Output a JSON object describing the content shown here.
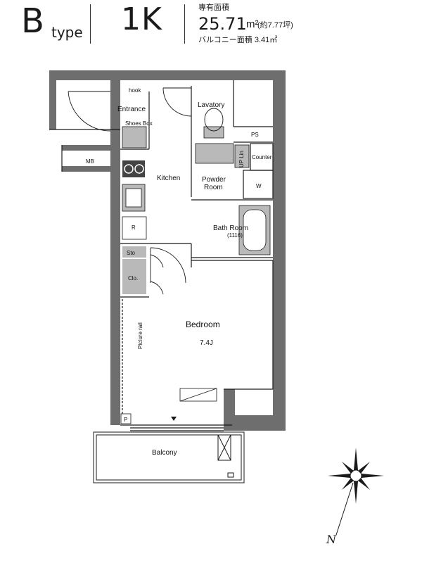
{
  "header": {
    "type_letter": "B",
    "type_word": "type",
    "layout": "1K",
    "area_label": "専有面積",
    "area_value": "25.71",
    "area_unit": "m²",
    "area_tsubo": "(約7.77坪)",
    "balcony_area": "バルコニー面積 3.41㎡"
  },
  "rooms": {
    "hook": "hook",
    "entrance": "Entrance",
    "shoes_box": "Shoes Box",
    "mb": "MB",
    "kitchen": "Kitchen",
    "lavatory": "Lavatory",
    "ps": "PS",
    "up_lin": "UP Lin",
    "counter": "Counter",
    "powder_room_1": "Powder",
    "powder_room_2": "Room",
    "w": "W",
    "r": "R",
    "bath_room": "Bath Room",
    "bath_size": "(1116)",
    "sto": "Sto",
    "clo": "Clo.",
    "bedroom": "Bedroom",
    "bedroom_size": "7.4J",
    "picture_rail": "Picture rail",
    "p": "P",
    "balcony": "Balcony"
  },
  "compass": {
    "north_mark": "N"
  },
  "colors": {
    "wall": "#6e6e6e",
    "line": "#1a1a1a",
    "fixture": "#b9b9b9",
    "dark_fixture": "#444444"
  }
}
